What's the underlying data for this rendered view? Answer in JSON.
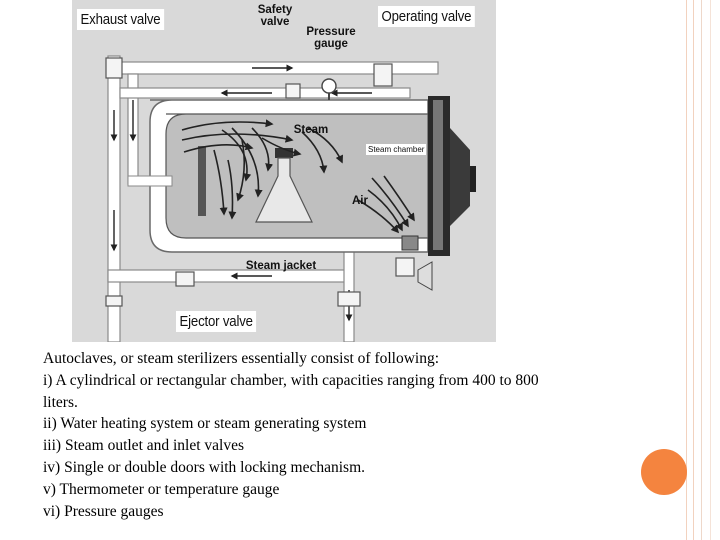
{
  "diagram": {
    "labels": {
      "exhaust_valve": "Exhaust valve",
      "safety_valve": "Safety\nvalve",
      "pressure_gauge": "Pressure\ngauge",
      "operating_valve": "Operating valve",
      "steam": "Steam",
      "steam_chamber": "Steam chamber",
      "air": "Air",
      "steam_jacket": "Steam jacket",
      "ejector_valve": "Ejector valve"
    }
  },
  "text": {
    "intro": "Autoclaves, or steam sterilizers essentially consist of following:",
    "item1_line1": "i) A cylindrical or rectangular chamber, with capacities ranging from 400 to 800",
    "item1_line2": "liters.",
    "item2": "ii) Water heating system or steam generating system",
    "item3": "iii) Steam outlet and inlet valves",
    "item4": "iv) Single or double doors with locking mechanism.",
    "item5": "v) Thermometer or temperature gauge",
    "item6": "vi) Pressure gauges"
  },
  "colors": {
    "accent_dot": "#f4843f",
    "rule_lines": "#f2c9b0",
    "diagram_bg": "#d6d6d6",
    "chamber_fill": "#bdbdbd"
  }
}
